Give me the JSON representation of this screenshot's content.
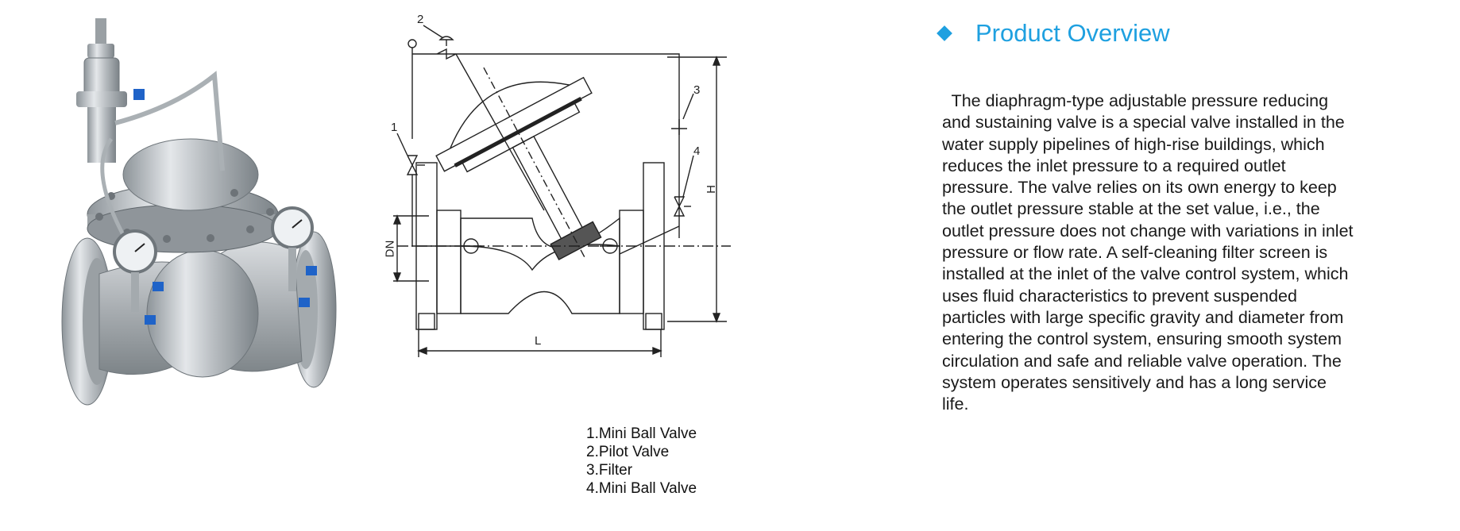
{
  "product_photo": {
    "alt": ""
  },
  "drawing": {
    "label_dn": "DN",
    "label_h": "H",
    "label_l": "L",
    "callouts": [
      "1",
      "2",
      "3",
      "4"
    ]
  },
  "legend": {
    "items": [
      "1.Mini Ball Valve",
      "2.Pilot Valve",
      "3.Filter",
      "4.Mini Ball Valve"
    ]
  },
  "overview": {
    "title": "Product Overview",
    "accent_color": "#1ea0e0",
    "lines": [
      "  The diaphragm-type adjustable pressure reducing",
      "and sustaining valve is a special valve installed in the",
      "water supply pipelines of high-rise buildings, which",
      "reduces the inlet pressure to a required outlet",
      "pressure. The valve relies on its own energy to keep",
      "the outlet pressure stable at the set value, i.e., the",
      "outlet pressure does not change with variations in inlet",
      "pressure or flow rate. A self-cleaning filter screen is",
      "installed at the inlet of the valve control system, which",
      "uses fluid characteristics to prevent suspended",
      "particles with large specific gravity and diameter from",
      "entering the control system, ensuring smooth system",
      "circulation and safe and reliable valve operation. The",
      "system operates sensitively and has a long service",
      "life."
    ]
  }
}
